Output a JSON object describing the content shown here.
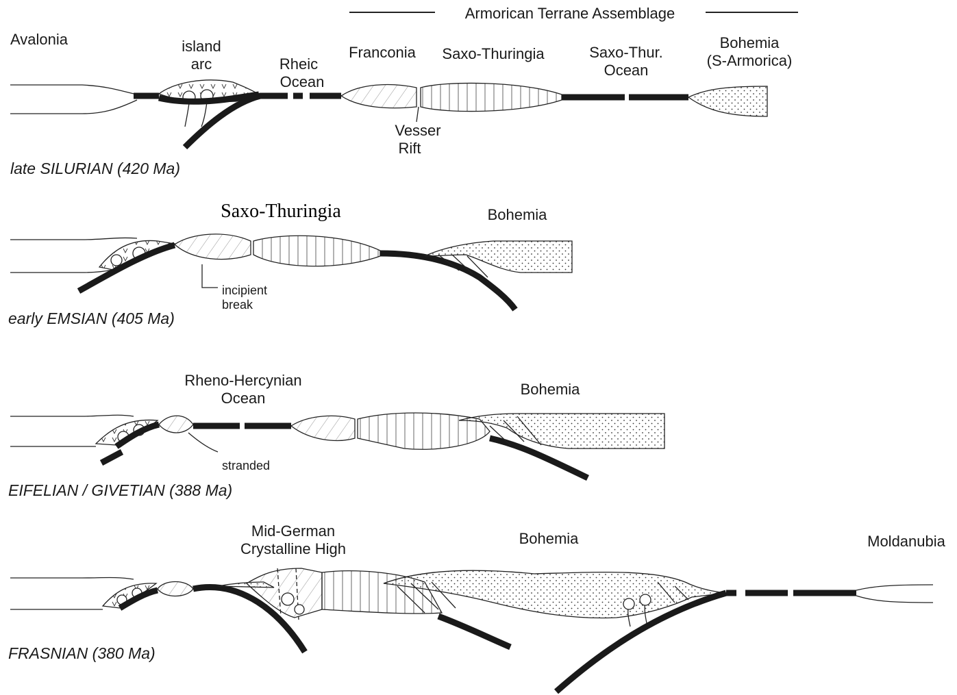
{
  "header": {
    "terrane_label": "Armorican Terrane Assemblage"
  },
  "panel1": {
    "avalonia": "Avalonia",
    "island_arc_1": "island",
    "island_arc_2": "arc",
    "rheic_1": "Rheic",
    "rheic_2": "Ocean",
    "franconia": "Franconia",
    "saxo_thuringia": "Saxo-Thuringia",
    "saxo_thur_ocean_1": "Saxo-Thur.",
    "saxo_thur_ocean_2": "Ocean",
    "bohemia_1": "Bohemia",
    "bohemia_2": "(S-Armorica)",
    "vesser_1": "Vesser",
    "vesser_2": "Rift",
    "age": "late SILURIAN  (420 Ma)"
  },
  "panel2": {
    "saxo_thuringia": "Saxo-Thuringia",
    "bohemia": "Bohemia",
    "incipient_1": "incipient",
    "incipient_2": "break",
    "age": "early  EMSIAN (405 Ma)"
  },
  "panel3": {
    "rheno_1": "Rheno-Hercynian",
    "rheno_2": "Ocean",
    "bohemia": "Bohemia",
    "stranded": "stranded",
    "age": "EIFELIAN / GIVETIAN (388 Ma)"
  },
  "panel4": {
    "mgch_1": "Mid-German",
    "mgch_2": "Crystalline High",
    "bohemia": "Bohemia",
    "moldanubia": "Moldanubia",
    "age": "FRASNIAN (380 Ma)"
  }
}
